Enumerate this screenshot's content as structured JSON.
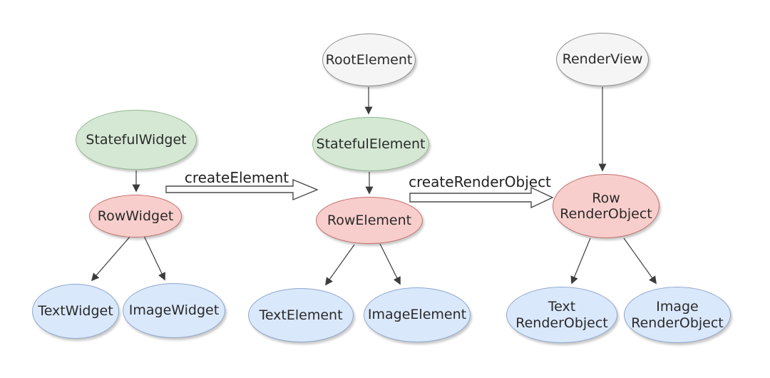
{
  "palette": {
    "green_fill": "#d5e8d4",
    "green_stroke": "#93b793",
    "red_fill": "#f8cecc",
    "red_stroke": "#c4706d",
    "blue_fill": "#dae8fc",
    "blue_stroke": "#8fa8cf",
    "gray_fill": "#f5f5f5",
    "gray_stroke": "#8f8f8f",
    "ink": "#2a2a2a",
    "edge": "#3c3c3c"
  },
  "widget_tree": {
    "stateful_widget": "StatefulWidget",
    "row_widget": "RowWidget",
    "text_widget": "TextWidget",
    "image_widget": "ImageWidget"
  },
  "element_tree": {
    "root_element": "RootElement",
    "stateful_element": "StatefulElement",
    "row_element": "RowElement",
    "text_element": "TextElement",
    "image_element": "ImageElement"
  },
  "render_tree": {
    "render_view": "RenderView",
    "row_render_object_line1": "Row",
    "row_render_object_line2": "RenderObject",
    "text_render_object_line1": "Text",
    "text_render_object_line2": "RenderObject",
    "image_render_object_line1": "Image",
    "image_render_object_line2": "RenderObject"
  },
  "transitions": {
    "create_element": "createElement",
    "create_render_object": "createRenderObject"
  }
}
